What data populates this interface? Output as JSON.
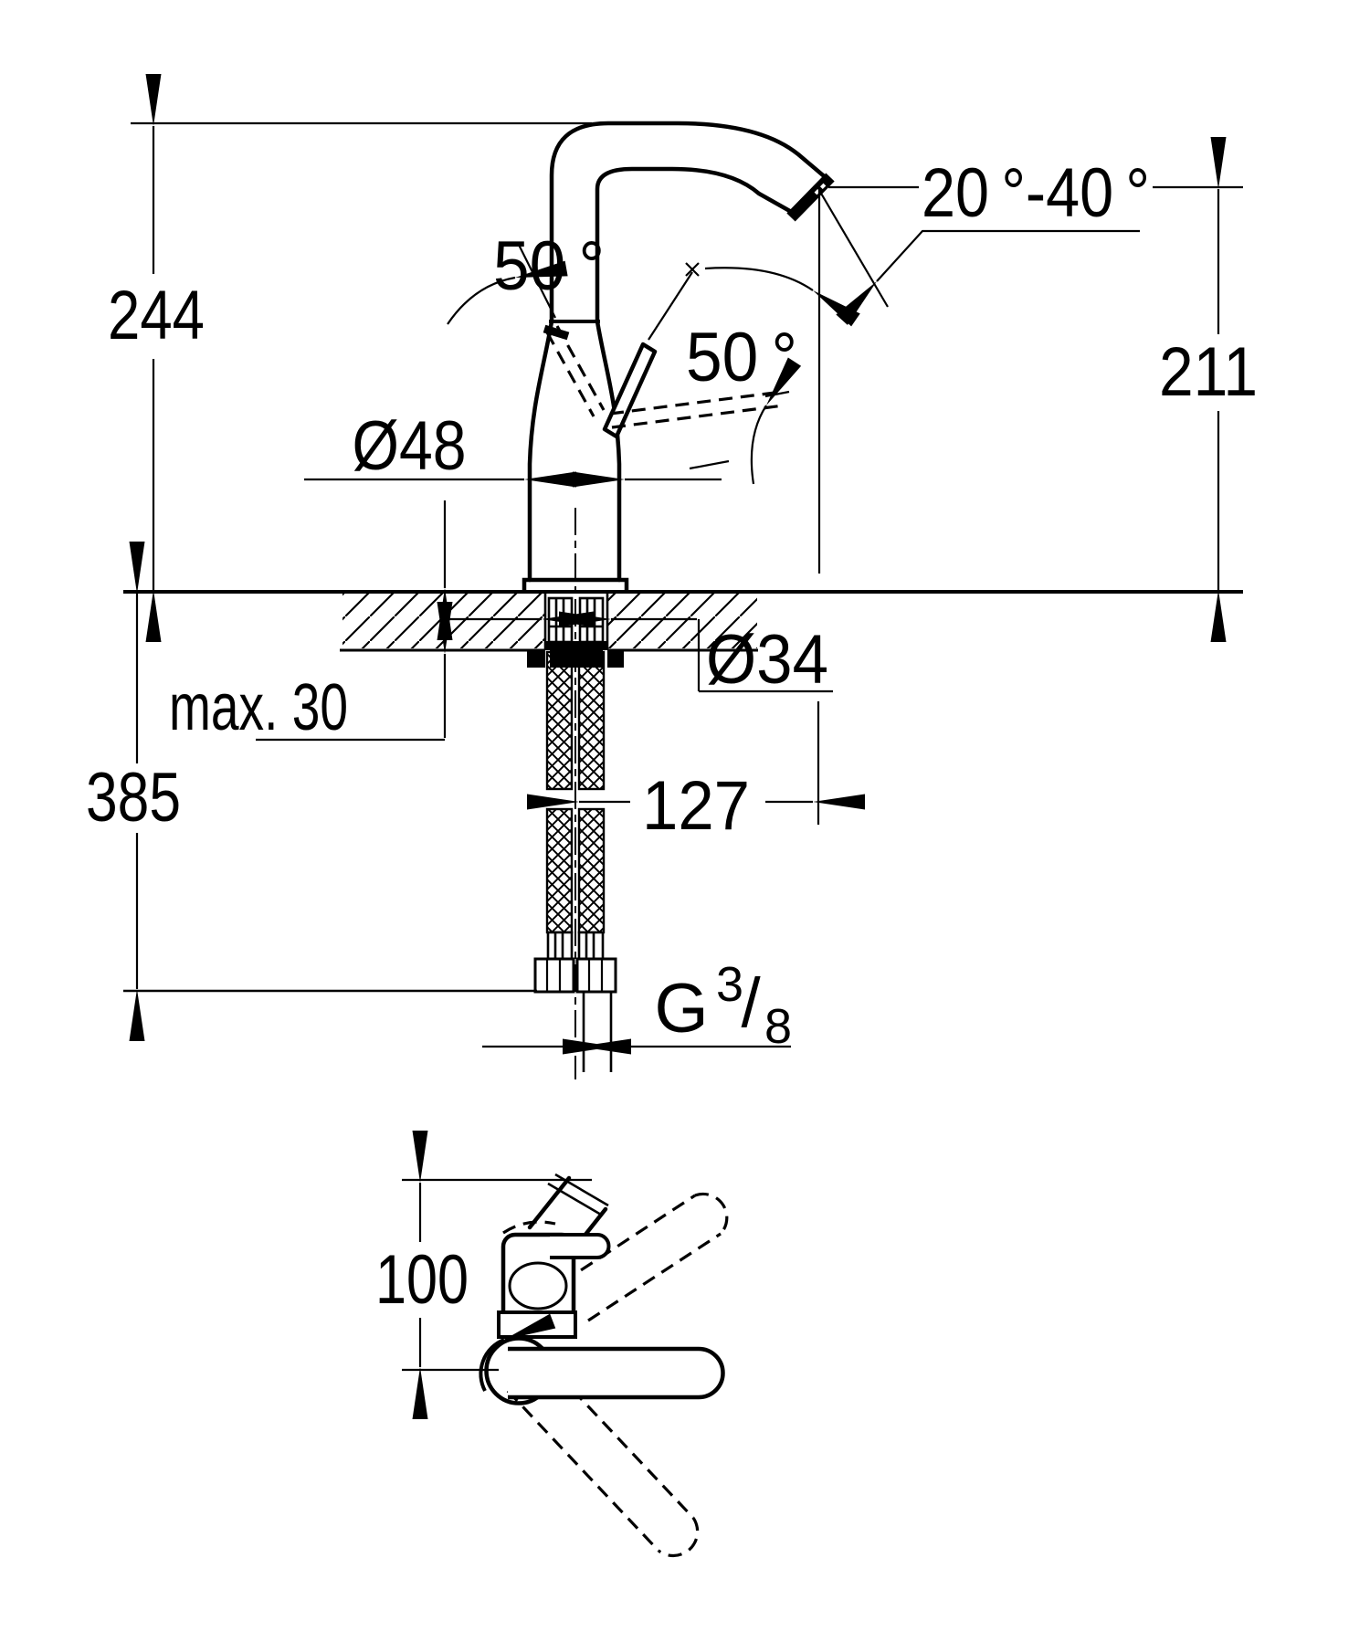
{
  "document": {
    "kind": "technical dimension drawing",
    "units": "mm",
    "ink_color": "#000000",
    "paper_color": "#ffffff"
  },
  "side_view": {
    "overall_height": "244",
    "outlet_height": "211",
    "outlet_angle_range": "20 °-40 °",
    "lever_angle_open": "50 °",
    "lever_angle_swivel": "50 °",
    "body_diameter": "Ø48",
    "mounting_hole_diameter": "Ø34",
    "deck_thickness_max": "max. 30",
    "below_deck_length": "385",
    "spout_reach": "127",
    "supply_thread": {
      "letter": "G",
      "numerator": "3",
      "slash": "/",
      "denominator": "8"
    }
  },
  "plan_view": {
    "spout_offset": "100"
  }
}
